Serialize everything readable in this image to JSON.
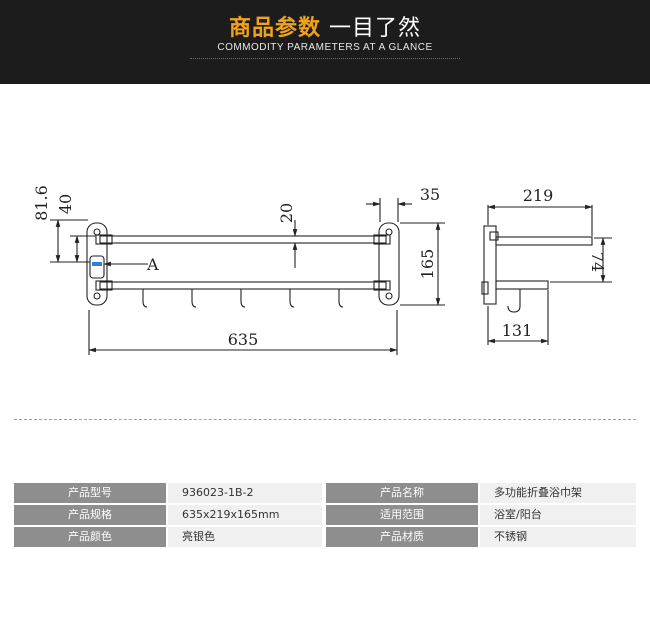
{
  "header": {
    "title_gold": "商品参数",
    "title_white": "一目了然",
    "subtitle": "COMMODITY PARAMETERS AT A GLANCE"
  },
  "drawing": {
    "dims": {
      "h816": "81.6",
      "h40": "40",
      "d20": "20",
      "d35": "35",
      "d165": "165",
      "d635": "635",
      "d219": "219",
      "d74": "74",
      "d131": "131",
      "labelA": "A"
    }
  },
  "spec": {
    "rows": [
      {
        "k1": "产品型号",
        "v1": "936023-1B-2",
        "k2": "产品名称",
        "v2": "多功能折叠浴巾架"
      },
      {
        "k1": "产品规格",
        "v1": "635x219x165mm",
        "k2": "适用范围",
        "v2": "浴室/阳台"
      },
      {
        "k1": "产品颜色",
        "v1": "亮银色",
        "k2": "产品材质",
        "v2": "不锈钢"
      }
    ]
  }
}
